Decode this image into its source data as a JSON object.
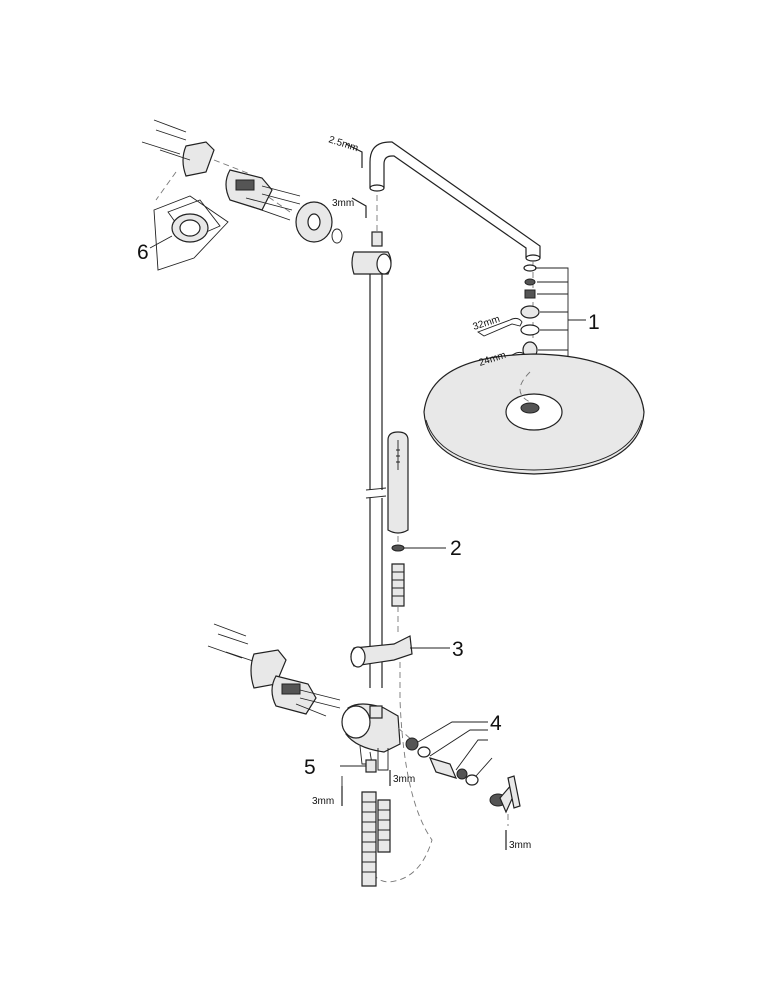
{
  "callouts": [
    "1",
    "2",
    "3",
    "4",
    "5",
    "6"
  ],
  "tool_labels": {
    "hex_2_5": "2.5mm",
    "hex_3_top": "3mm",
    "wrench_32": "32mm",
    "wrench_24": "24mm",
    "hex_3_left": "3mm",
    "hex_3_middle": "3mm",
    "hex_3_right": "3mm"
  }
}
